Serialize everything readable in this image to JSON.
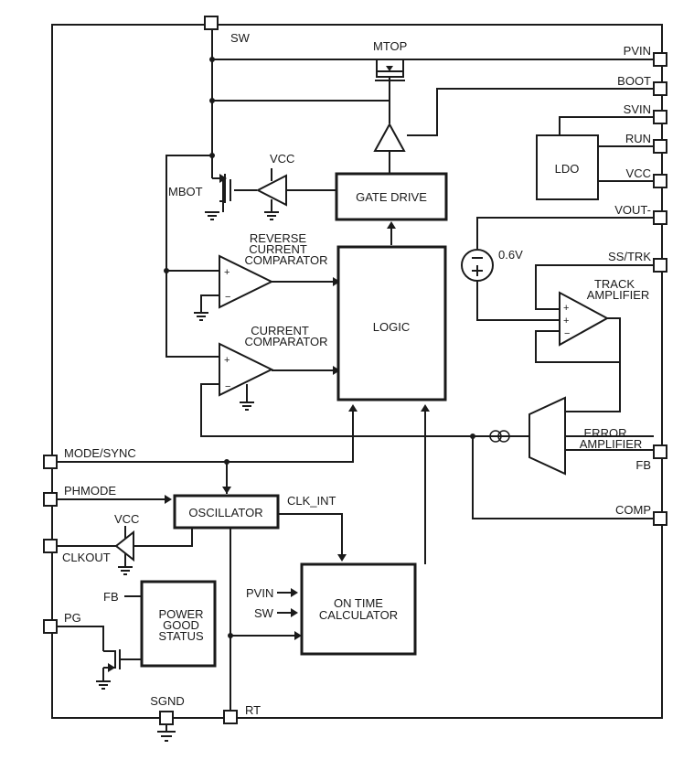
{
  "pins": {
    "sw": "SW",
    "pvin": "PVIN",
    "boot": "BOOT",
    "svin": "SVIN",
    "run": "RUN",
    "vcc": "VCC",
    "vout_minus": "VOUT-",
    "ss_trk": "SS/TRK",
    "fb": "FB",
    "comp": "COMP",
    "mode_sync": "MODE/SYNC",
    "phmode": "PHMODE",
    "clkout": "CLKOUT",
    "pg": "PG",
    "sgnd": "SGND",
    "rt": "RT"
  },
  "transistors": {
    "mtop": "MTOP",
    "mbot": "MBOT"
  },
  "blocks": {
    "gate_drive": "GATE DRIVE",
    "logic": "LOGIC",
    "ldo": "LDO",
    "oscillator": "OSCILLATOR",
    "on_time_line1": "ON TIME",
    "on_time_line2": "CALCULATOR",
    "pgood_line1": "POWER",
    "pgood_line2": "GOOD",
    "pgood_line3": "STATUS"
  },
  "amplifiers": {
    "reverse_line1": "REVERSE",
    "reverse_line2": "CURRENT",
    "reverse_line3": "COMPARATOR",
    "current_line1": "CURRENT",
    "current_line2": "COMPARATOR",
    "track_line1": "TRACK",
    "track_line2": "AMPLIFIER",
    "error_line1": "ERROR",
    "error_line2": "AMPLIFIER"
  },
  "signals": {
    "vcc_top": "VCC",
    "vcc_bottom": "VCC",
    "ref_voltage": "0.6V",
    "clk_int": "CLK_INT",
    "on_time_pvin": "PVIN",
    "on_time_sw": "SW",
    "pgood_fb": "FB",
    "plus": "+",
    "minus": "−"
  }
}
